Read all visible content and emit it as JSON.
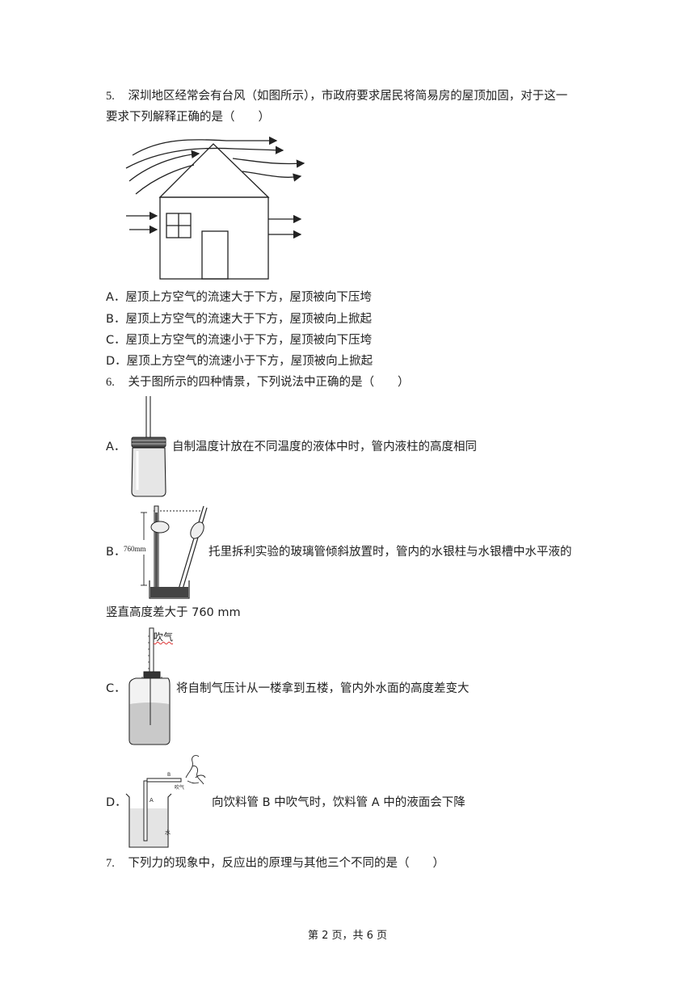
{
  "q5": {
    "number": "5.",
    "stem_line1": "深圳地区经常会有台风（如图所示），市政府要求居民将简易房的屋顶加固，对于这一",
    "stem_line2": "要求下列解释正确的是（　　）",
    "options": [
      {
        "letter": "A．",
        "text": "屋顶上方空气的流速大于下方，屋顶被向下压垮"
      },
      {
        "letter": "B．",
        "text": "屋顶上方空气的流速大于下方，屋顶被向上掀起"
      },
      {
        "letter": "C．",
        "text": "屋顶上方空气的流速小于下方，屋顶被向下压垮"
      },
      {
        "letter": "D．",
        "text": "屋顶上方空气的流速小于下方，屋顶被向上掀起"
      }
    ]
  },
  "q6": {
    "number": "6.",
    "stem": "关于图所示的四种情景，下列说法中正确的是（　　）",
    "A": {
      "letter": "A．",
      "text": "自制温度计放在不同温度的液体中时，管内液柱的高度相同"
    },
    "B": {
      "letter": "B．",
      "text": "托里拆利实验的玻璃管倾斜放置时，管内的水银柱与水银槽中水平液的",
      "continuation": "竖直高度差大于  760 mm",
      "figure_label": "760mm"
    },
    "C": {
      "letter": "C．",
      "text": "将自制气压计从一楼拿到五楼，管内外水面的高度差变大",
      "figure_label": "吹气"
    },
    "D": {
      "letter": "D．",
      "text": "向饮料管 B  中吹气时，饮料管 A  中的液面会下降",
      "figure_labels": {
        "a": "A",
        "b": "B",
        "blow": "吹气",
        "water": "水"
      }
    }
  },
  "q7": {
    "number": "7.",
    "stem": "下列力的现象中，反应出的原理与其他三个不同的是（　　）"
  },
  "footer": {
    "text": "第 2 页，共 6 页"
  }
}
